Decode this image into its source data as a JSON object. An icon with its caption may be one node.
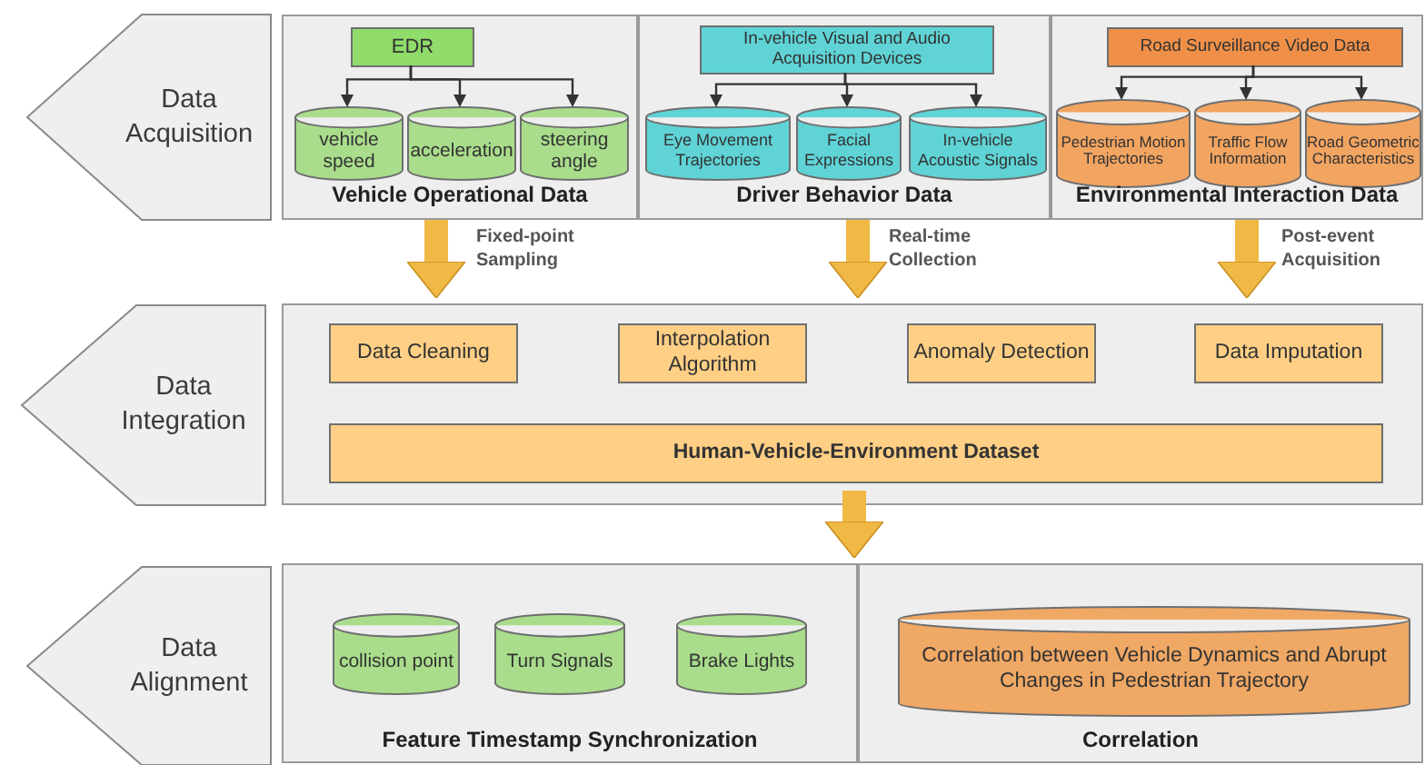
{
  "diagram": {
    "nodes": [
      {
        "text": [
          "Data Acquisition"
        ]
      },
      {
        "text": [
          "Vehicle Operational Data"
        ]
      },
      {
        "text": [
          "EDR"
        ],
        "in": 1
      },
      {
        "text": [
          "vehicle speed"
        ],
        "in": 1
      },
      {
        "text": [
          "acceleration"
        ],
        "in": 1
      },
      {
        "text": [
          "steering angle"
        ],
        "in": 1
      },
      {
        "text": [
          "Driver Behavior Data"
        ]
      },
      {
        "text": [
          "In-vehicle Visual and Audio Acquisition Devices"
        ],
        "in": 6
      },
      {
        "text": [
          "Eye Movement Trajectories"
        ],
        "in": 6
      },
      {
        "text": [
          "Facial Expressions"
        ],
        "in": 6
      },
      {
        "text": [
          "In-vehicle Acoustic Signals"
        ],
        "in": 6
      },
      {
        "text": [
          "Environmental Interaction Data"
        ]
      },
      {
        "text": [
          "Road Surveillance Video Data"
        ],
        "in": 11
      },
      {
        "text": [
          "Pedestrian Motion Trajectories"
        ],
        "in": 11
      },
      {
        "text": [
          "Traffic Flow Information"
        ],
        "in": 11
      },
      {
        "text": [
          "Road Geometric Characteristics"
        ],
        "in": 11
      },
      {
        "text": [
          "Data Integration"
        ]
      },
      {
        "text": [],
        "shape": "box"
      },
      {
        "text": [
          "Data Cleaning"
        ],
        "in": 17
      },
      {
        "text": [
          "Interpolation Algorithm"
        ],
        "in": 17
      },
      {
        "text": [
          "Anomaly Detection"
        ],
        "in": 17
      },
      {
        "text": [
          "Data Imputation"
        ],
        "in": 17
      },
      {
        "text": [
          "Human-Vehicle-Environment Dataset"
        ],
        "in": 17
      },
      {
        "text": [
          "Data Alignment"
        ]
      },
      {
        "text": [
          "Feature Timestamp Synchronization"
        ]
      },
      {
        "text": [
          "collision point"
        ],
        "in": 24
      },
      {
        "text": [
          "Turn Signals"
        ],
        "in": 24
      },
      {
        "text": [
          "Brake Lights"
        ],
        "in": 24
      },
      {
        "text": [
          "Correlation"
        ]
      },
      {
        "text": [
          "Correlation between Vehicle Dynamics and Abrupt Changes in Pedestrian Trajectory"
        ],
        "in": 28
      }
    ],
    "edges": [
      {
        "from": 2,
        "to": 3,
        "arrow": "to"
      },
      {
        "from": 2,
        "to": 4,
        "arrow": "to"
      },
      {
        "from": 2,
        "to": 5,
        "arrow": "to"
      },
      {
        "from": 7,
        "to": 8,
        "arrow": "to"
      },
      {
        "from": 7,
        "to": 9,
        "arrow": "to"
      },
      {
        "from": 7,
        "to": 10,
        "arrow": "to"
      },
      {
        "from": 12,
        "to": 13,
        "arrow": "to"
      },
      {
        "from": 12,
        "to": 14,
        "arrow": "to"
      },
      {
        "from": 12,
        "to": 15,
        "arrow": "to"
      },
      {
        "from": 1,
        "to": 17,
        "arrow": "to",
        "label": "Fixed-point Sampling",
        "style": "thick",
        "color": "#f0b844"
      },
      {
        "from": 6,
        "to": 17,
        "arrow": "to",
        "label": "Real-time Collection",
        "style": "thick",
        "color": "#f0b844"
      },
      {
        "from": 11,
        "to": 17,
        "arrow": "to",
        "label": "Post-event Acquisition",
        "style": "thick",
        "color": "#f0b844"
      },
      {
        "from": 22,
        "to": 24,
        "arrow": "to",
        "style": "thick",
        "color": "#f0b844"
      }
    ]
  }
}
